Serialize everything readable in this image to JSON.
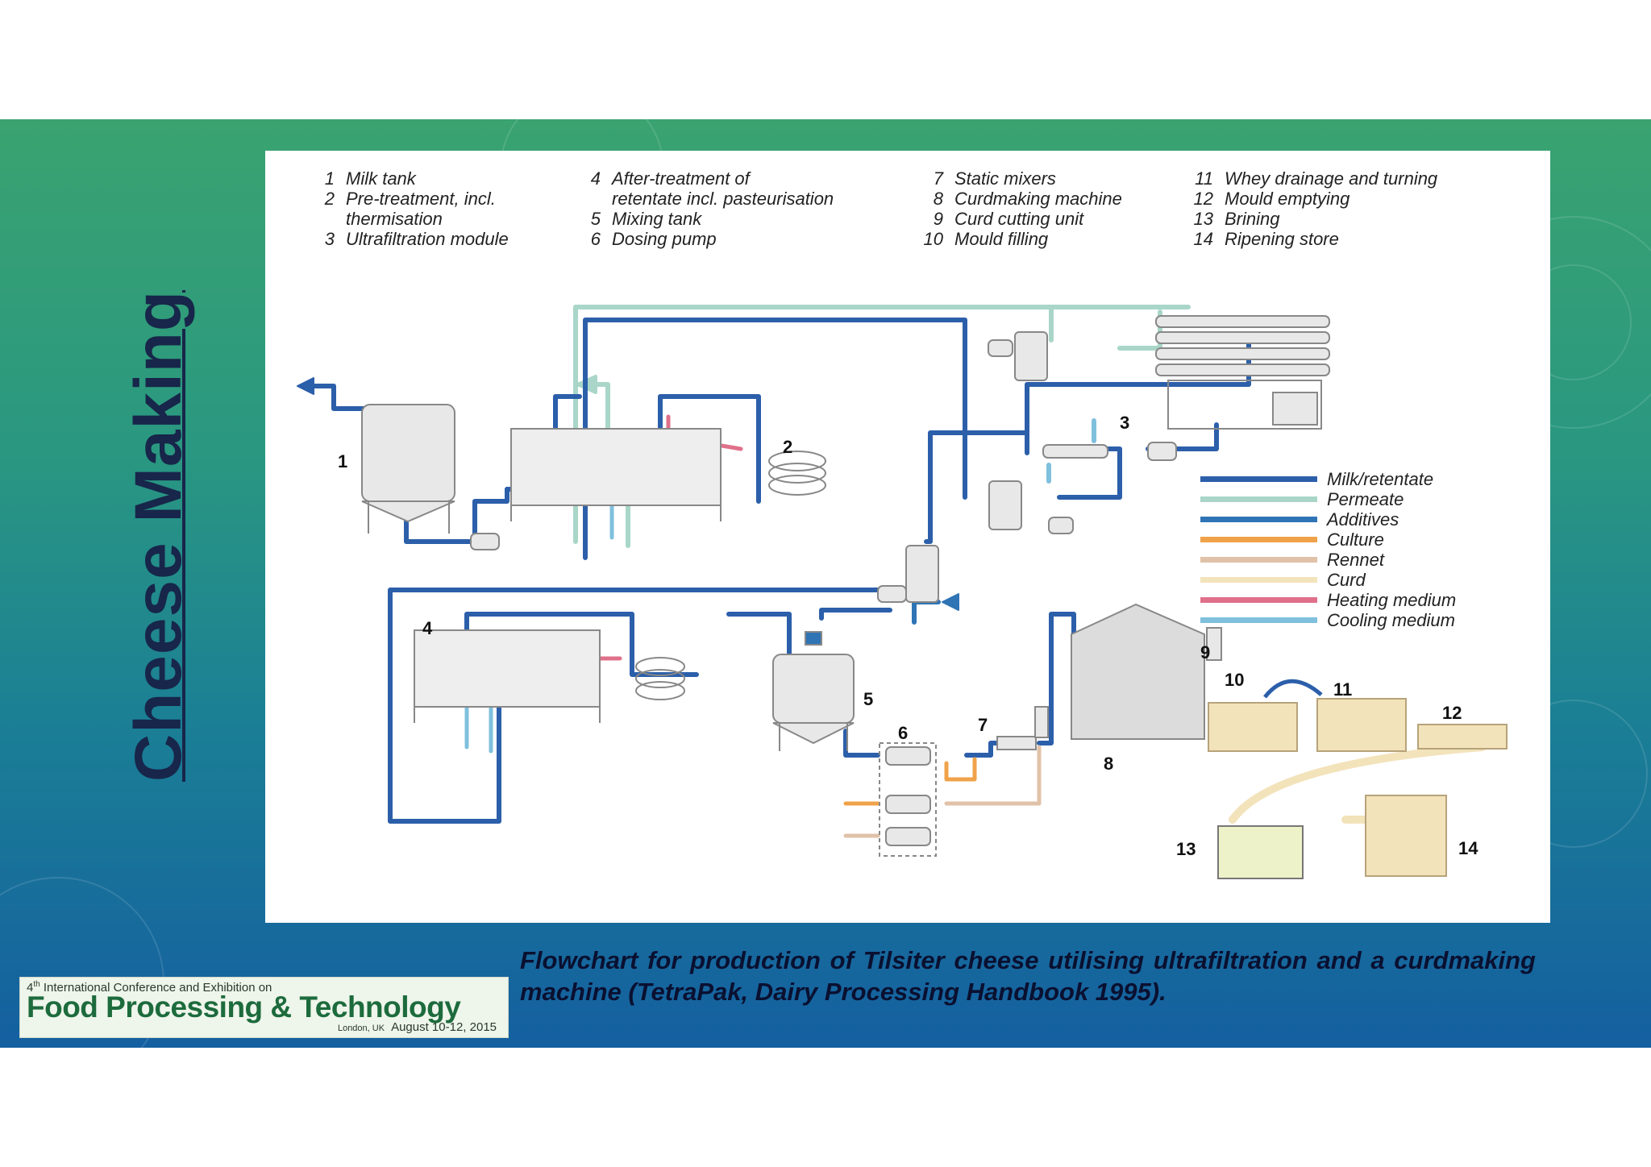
{
  "slide_title": "Cheese Making",
  "legend_numbered": [
    [
      {
        "num": "1",
        "text": "Milk tank"
      },
      {
        "num": "2",
        "text": "Pre-treatment, incl."
      },
      {
        "num": "",
        "text": "thermisation"
      },
      {
        "num": "3",
        "text": "Ultrafiltration module"
      }
    ],
    [
      {
        "num": "4",
        "text": "After-treatment of"
      },
      {
        "num": "",
        "text": "retentate incl. pasteurisation"
      },
      {
        "num": "5",
        "text": "Mixing tank"
      },
      {
        "num": "6",
        "text": "Dosing pump"
      }
    ],
    [
      {
        "num": "7",
        "text": "Static mixers"
      },
      {
        "num": "8",
        "text": "Curdmaking machine"
      },
      {
        "num": "9",
        "text": "Curd cutting unit"
      },
      {
        "num": "10",
        "text": "Mould filling"
      }
    ],
    [
      {
        "num": "11",
        "text": "Whey drainage and turning"
      },
      {
        "num": "12",
        "text": "Mould emptying"
      },
      {
        "num": "13",
        "text": "Brining"
      },
      {
        "num": "14",
        "text": "Ripening store"
      }
    ]
  ],
  "flow_key": [
    {
      "label": "Milk/retentate",
      "color": "#2c5faa"
    },
    {
      "label": "Permeate",
      "color": "#a9d6c8"
    },
    {
      "label": "Additives",
      "color": "#2f74b5"
    },
    {
      "label": "Culture",
      "color": "#f0a24a"
    },
    {
      "label": "Rennet",
      "color": "#e0c2a8"
    },
    {
      "label": "Curd",
      "color": "#f3e3bb"
    },
    {
      "label": "Heating medium",
      "color": "#e0708a"
    },
    {
      "label": "Cooling medium",
      "color": "#7fc0dd"
    }
  ],
  "diagram_labels": {
    "n1": "1",
    "n2": "2",
    "n3": "3",
    "n4": "4",
    "n5": "5",
    "n6": "6",
    "n7": "7",
    "n8": "8",
    "n9": "9",
    "n10": "10",
    "n11": "11",
    "n12": "12",
    "n13": "13",
    "n14": "14"
  },
  "caption": "Flowchart for production of Tilsiter cheese utilising ultrafiltration and a curdmaking machine (TetraPak, Dairy Processing Handbook 1995).",
  "logo": {
    "line1_prefix": "4",
    "line1_sup": "th",
    "line1_rest": " International Conference and Exhibition on",
    "line2": "Food Processing & Technology",
    "city": "London, UK",
    "dates": "August 10-12, 2015"
  },
  "colors": {
    "milk": "#2c5faa",
    "permeate": "#a9d6c8",
    "heating": "#e0708a",
    "cooling": "#7fc0dd",
    "culture": "#f0a24a",
    "rennet": "#e0c2a8",
    "curd": "#f3e3bb"
  }
}
